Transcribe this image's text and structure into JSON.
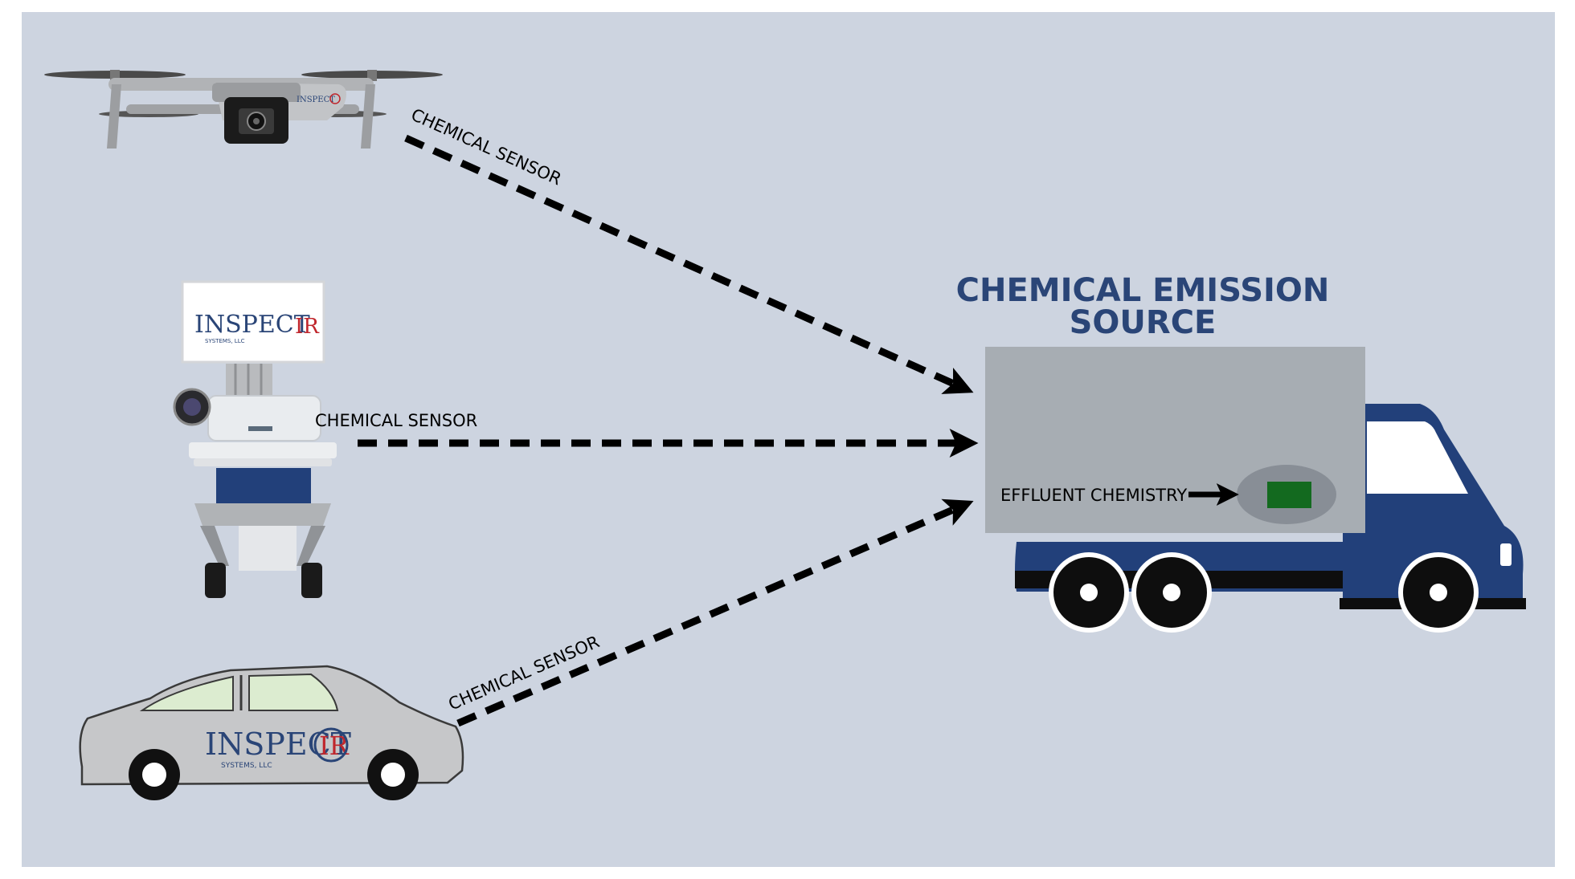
{
  "title": [
    "CHEMICAL EMISSION",
    "SOURCE"
  ],
  "arrows": [
    {
      "label": "CHEMICAL SENSOR"
    },
    {
      "label": "CHEMICAL SENSOR"
    },
    {
      "label": "CHEMICAL SENSOR"
    }
  ],
  "effluent_label": "EFFLUENT CHEMISTRY",
  "logo": {
    "word": "INSPECT",
    "mark": "IR",
    "sub": "SYSTEMS, LLC"
  },
  "colors": {
    "background": "#cdd4e0",
    "title": "#2a4577",
    "truck_cab": "#22407a",
    "cargo_box": "#a7adb3",
    "sample_port": "#888e96",
    "sample_chip": "#136a1f",
    "vehicle_body": "#c6c7c9",
    "window_tint": "#dcecd0",
    "logo_blue": "#2a4577",
    "logo_red": "#c0262c"
  }
}
